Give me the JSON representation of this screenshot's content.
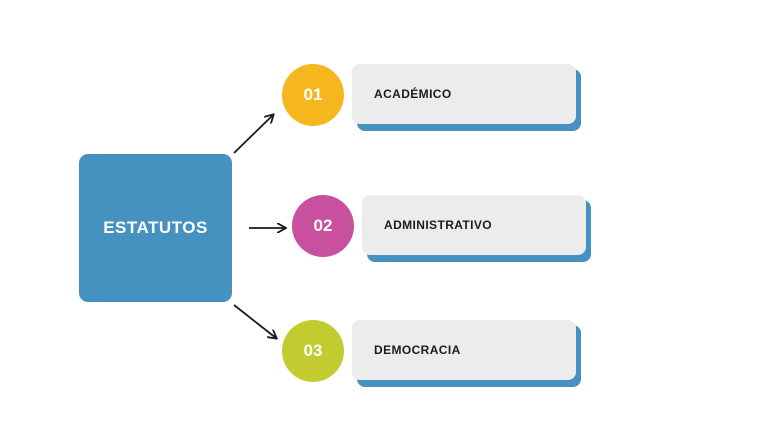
{
  "colors": {
    "main": "#4592c0",
    "shadow": "#4592c0",
    "card_bg": "#ececec",
    "arrow": "#1a1a1a"
  },
  "diagram": {
    "main_label": "ESTATUTOS",
    "items": [
      {
        "number": "01",
        "label": "ACADÉMICO",
        "color": "#f5b61e"
      },
      {
        "number": "02",
        "label": "ADMINISTRATIVO",
        "color": "#c9509f"
      },
      {
        "number": "03",
        "label": "DEMOCRACIA",
        "color": "#c2cb30"
      }
    ]
  }
}
